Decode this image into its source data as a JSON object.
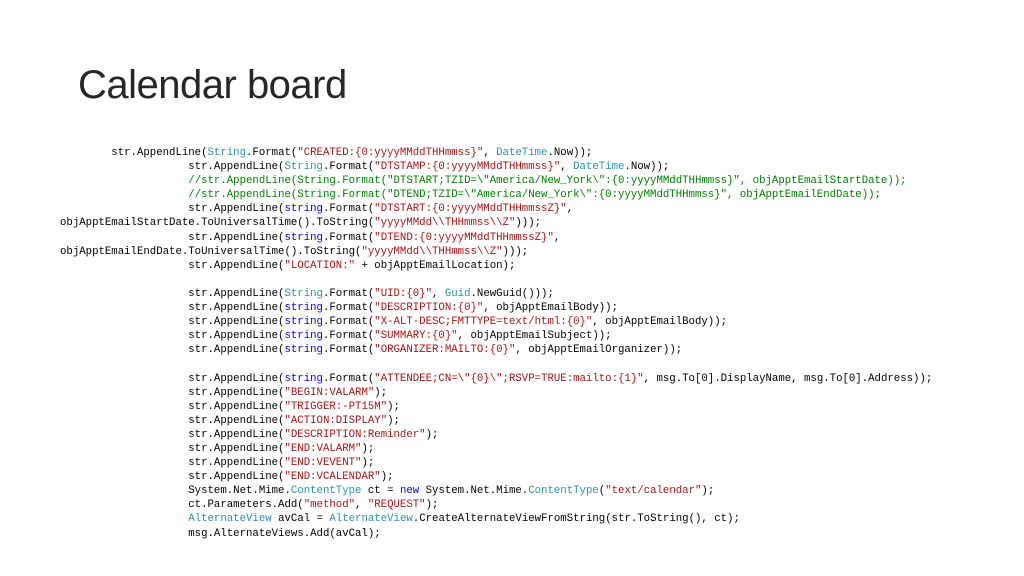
{
  "slide": {
    "title": "Calendar board"
  },
  "colors": {
    "type": "#2b91af",
    "keyword": "#0000ff",
    "string": "#a31515",
    "comment": "#008000",
    "plain": "#000000"
  },
  "code_lines": [
    [
      {
        "t": "p",
        "v": "        str.AppendLine("
      },
      {
        "t": "type",
        "v": "String"
      },
      {
        "t": "p",
        "v": ".Format("
      },
      {
        "t": "str",
        "v": "\"CREATED:{0:yyyyMMddTHHmmss}\""
      },
      {
        "t": "p",
        "v": ", "
      },
      {
        "t": "type",
        "v": "DateTime"
      },
      {
        "t": "p",
        "v": ".Now));"
      }
    ],
    [
      {
        "t": "p",
        "v": "                    str.AppendLine("
      },
      {
        "t": "type",
        "v": "String"
      },
      {
        "t": "p",
        "v": ".Format("
      },
      {
        "t": "str",
        "v": "\"DTSTAMP:{0:yyyyMMddTHHmmss}\""
      },
      {
        "t": "p",
        "v": ", "
      },
      {
        "t": "type",
        "v": "DateTime"
      },
      {
        "t": "p",
        "v": ".Now));"
      }
    ],
    [
      {
        "t": "p",
        "v": "                    "
      },
      {
        "t": "com",
        "v": "//str.AppendLine(String.Format(\"DTSTART;TZID=\\\"America/New_York\\\":{0:yyyyMMddTHHmmss}\", objApptEmailStartDate));"
      }
    ],
    [
      {
        "t": "p",
        "v": "                    "
      },
      {
        "t": "com",
        "v": "//str.AppendLine(String.Format(\"DTEND;TZID=\\\"America/New_York\\\":{0:yyyyMMddTHHmmss}\", objApptEmailEndDate));"
      }
    ],
    [
      {
        "t": "p",
        "v": "                    str.AppendLine("
      },
      {
        "t": "kw",
        "v": "string"
      },
      {
        "t": "p",
        "v": ".Format("
      },
      {
        "t": "str",
        "v": "\"DTSTART:{0:yyyyMMddTHHmmssZ}\""
      },
      {
        "t": "p",
        "v": ","
      }
    ],
    [
      {
        "t": "p",
        "v": "objApptEmailStartDate.ToUniversalTime().ToString("
      },
      {
        "t": "str",
        "v": "\"yyyyMMdd\\\\THHmmss\\\\Z\""
      },
      {
        "t": "p",
        "v": ")));"
      }
    ],
    [
      {
        "t": "p",
        "v": "                    str.AppendLine("
      },
      {
        "t": "kw",
        "v": "string"
      },
      {
        "t": "p",
        "v": ".Format("
      },
      {
        "t": "str",
        "v": "\"DTEND:{0:yyyyMMddTHHmmssZ}\""
      },
      {
        "t": "p",
        "v": ","
      }
    ],
    [
      {
        "t": "p",
        "v": "objApptEmailEndDate.ToUniversalTime().ToString("
      },
      {
        "t": "str",
        "v": "\"yyyyMMdd\\\\THHmmss\\\\Z\""
      },
      {
        "t": "p",
        "v": ")));"
      }
    ],
    [
      {
        "t": "p",
        "v": "                    str.AppendLine("
      },
      {
        "t": "str",
        "v": "\"LOCATION:\""
      },
      {
        "t": "p",
        "v": " + objApptEmailLocation);"
      }
    ],
    [],
    [
      {
        "t": "p",
        "v": "                    str.AppendLine("
      },
      {
        "t": "type",
        "v": "String"
      },
      {
        "t": "p",
        "v": ".Format("
      },
      {
        "t": "str",
        "v": "\"UID:{0}\""
      },
      {
        "t": "p",
        "v": ", "
      },
      {
        "t": "type",
        "v": "Guid"
      },
      {
        "t": "p",
        "v": ".NewGuid()));"
      }
    ],
    [
      {
        "t": "p",
        "v": "                    str.AppendLine("
      },
      {
        "t": "kw",
        "v": "string"
      },
      {
        "t": "p",
        "v": ".Format("
      },
      {
        "t": "str",
        "v": "\"DESCRIPTION:{0}\""
      },
      {
        "t": "p",
        "v": ", objApptEmailBody));"
      }
    ],
    [
      {
        "t": "p",
        "v": "                    str.AppendLine("
      },
      {
        "t": "kw",
        "v": "string"
      },
      {
        "t": "p",
        "v": ".Format("
      },
      {
        "t": "str",
        "v": "\"X-ALT-DESC;FMTTYPE=text/html:{0}\""
      },
      {
        "t": "p",
        "v": ", objApptEmailBody));"
      }
    ],
    [
      {
        "t": "p",
        "v": "                    str.AppendLine("
      },
      {
        "t": "kw",
        "v": "string"
      },
      {
        "t": "p",
        "v": ".Format("
      },
      {
        "t": "str",
        "v": "\"SUMMARY:{0}\""
      },
      {
        "t": "p",
        "v": ", objApptEmailSubject));"
      }
    ],
    [
      {
        "t": "p",
        "v": "                    str.AppendLine("
      },
      {
        "t": "kw",
        "v": "string"
      },
      {
        "t": "p",
        "v": ".Format("
      },
      {
        "t": "str",
        "v": "\"ORGANIZER:MAILTO:{0}\""
      },
      {
        "t": "p",
        "v": ", objApptEmailOrganizer));"
      }
    ],
    [],
    [
      {
        "t": "p",
        "v": "                    str.AppendLine("
      },
      {
        "t": "kw",
        "v": "string"
      },
      {
        "t": "p",
        "v": ".Format("
      },
      {
        "t": "str",
        "v": "\"ATTENDEE;CN=\\\"{0}\\\";RSVP=TRUE:mailto:{1}\""
      },
      {
        "t": "p",
        "v": ", msg.To[0].DisplayName, msg.To[0].Address));"
      }
    ],
    [
      {
        "t": "p",
        "v": "                    str.AppendLine("
      },
      {
        "t": "str",
        "v": "\"BEGIN:VALARM\""
      },
      {
        "t": "p",
        "v": ");"
      }
    ],
    [
      {
        "t": "p",
        "v": "                    str.AppendLine("
      },
      {
        "t": "str",
        "v": "\"TRIGGER:-PT15M\""
      },
      {
        "t": "p",
        "v": ");"
      }
    ],
    [
      {
        "t": "p",
        "v": "                    str.AppendLine("
      },
      {
        "t": "str",
        "v": "\"ACTION:DISPLAY\""
      },
      {
        "t": "p",
        "v": ");"
      }
    ],
    [
      {
        "t": "p",
        "v": "                    str.AppendLine("
      },
      {
        "t": "str",
        "v": "\"DESCRIPTION:Reminder\""
      },
      {
        "t": "p",
        "v": ");"
      }
    ],
    [
      {
        "t": "p",
        "v": "                    str.AppendLine("
      },
      {
        "t": "str",
        "v": "\"END:VALARM\""
      },
      {
        "t": "p",
        "v": ");"
      }
    ],
    [
      {
        "t": "p",
        "v": "                    str.AppendLine("
      },
      {
        "t": "str",
        "v": "\"END:VEVENT\""
      },
      {
        "t": "p",
        "v": ");"
      }
    ],
    [
      {
        "t": "p",
        "v": "                    str.AppendLine("
      },
      {
        "t": "str",
        "v": "\"END:VCALENDAR\""
      },
      {
        "t": "p",
        "v": ");"
      }
    ],
    [
      {
        "t": "p",
        "v": "                    System.Net.Mime."
      },
      {
        "t": "type",
        "v": "ContentType"
      },
      {
        "t": "p",
        "v": " ct = "
      },
      {
        "t": "kw",
        "v": "new"
      },
      {
        "t": "p",
        "v": " System.Net.Mime."
      },
      {
        "t": "type",
        "v": "ContentType"
      },
      {
        "t": "p",
        "v": "("
      },
      {
        "t": "str",
        "v": "\"text/calendar\""
      },
      {
        "t": "p",
        "v": ");"
      }
    ],
    [
      {
        "t": "p",
        "v": "                    ct.Parameters.Add("
      },
      {
        "t": "str",
        "v": "\"method\""
      },
      {
        "t": "p",
        "v": ", "
      },
      {
        "t": "str",
        "v": "\"REQUEST\""
      },
      {
        "t": "p",
        "v": ");"
      }
    ],
    [
      {
        "t": "p",
        "v": "                    "
      },
      {
        "t": "type",
        "v": "AlternateView"
      },
      {
        "t": "p",
        "v": " avCal = "
      },
      {
        "t": "type",
        "v": "AlternateView"
      },
      {
        "t": "p",
        "v": ".CreateAlternateViewFromString(str.ToString(), ct);"
      }
    ],
    [
      {
        "t": "p",
        "v": "                    msg.AlternateViews.Add(avCal);"
      }
    ]
  ]
}
